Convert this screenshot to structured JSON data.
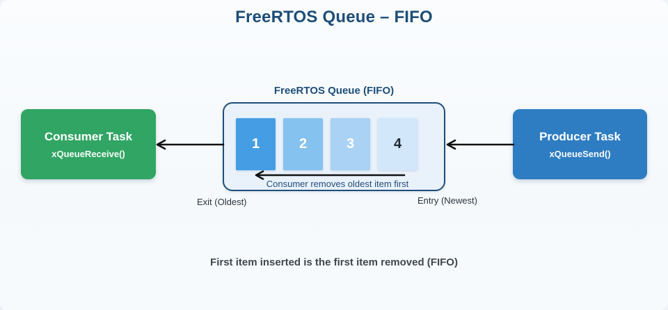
{
  "title": "FreeRTOS Queue – FIFO",
  "consumer": {
    "title": "Consumer Task",
    "function": "xQueueReceive()",
    "bg": "#31a563"
  },
  "producer": {
    "title": "Producer Task",
    "function": "xQueueSend()",
    "bg": "#2e7dc2"
  },
  "queue": {
    "label": "FreeRTOS Queue (FIFO)",
    "bg": "#e9f1fb",
    "border_color": "#1d4e79",
    "cells": [
      {
        "value": "1",
        "bg": "#459ee3",
        "fg": "#ffffff"
      },
      {
        "value": "2",
        "bg": "#85c2ef",
        "fg": "#ffffff"
      },
      {
        "value": "3",
        "bg": "#a9d2f4",
        "fg": "#ffffff"
      },
      {
        "value": "4",
        "bg": "#d2e7fa",
        "fg": "#1f2730"
      }
    ],
    "arrow_caption": "Consumer removes oldest item first",
    "exit_label": "Exit (Oldest)",
    "entry_label": "Entry (Newest)"
  },
  "caption": "First item inserted is the first item removed (FIFO)",
  "colors": {
    "heading": "#1d4e79",
    "arrow": "#111111",
    "background": "#f7fafd"
  }
}
